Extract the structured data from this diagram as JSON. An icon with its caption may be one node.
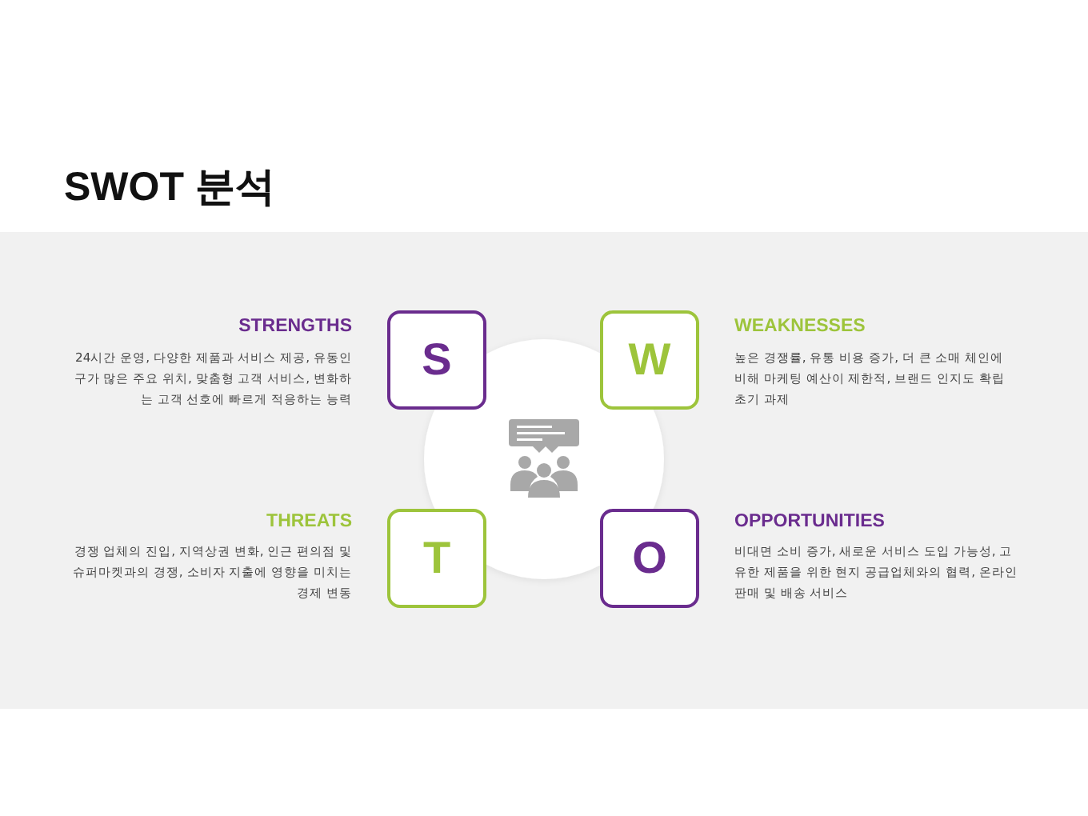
{
  "diagram": {
    "title": "SWOT 분석",
    "nodes": [
      {
        "text": [
          "S"
        ],
        "beside": [
          "STRENGTHS",
          "24시간 운영, 다양한 제품과 서비스 제공, 유동인구가 많은 주요 위치, 맞춤형 고객 서비스, 변화하는 고객 선호에 빠르게 적응하는 능력"
        ]
      },
      {
        "text": [
          "W"
        ],
        "beside": [
          "WEAKNESSES",
          "높은 경쟁률, 유통 비용 증가, 더 큰 소매 체인에 비해 마케팅 예산이 제한적, 브랜드 인지도 확립 초기 과제"
        ]
      },
      {
        "text": [
          "T"
        ],
        "beside": [
          "THREATS",
          "경쟁 업체의 진입, 지역상권 변화, 인근 편의점 및 슈퍼마켓과의 경쟁, 소비자 지출에 영향을 미치는 경제 변동"
        ]
      },
      {
        "text": [
          "O"
        ],
        "beside": [
          "OPPORTUNITIES",
          "비대면 소비 증가, 새로운 서비스 도입 가능성, 고유한 제품을 위한 현지 공급업체와의 협력, 온라인 판매 및 배송 서비스"
        ]
      }
    ]
  }
}
